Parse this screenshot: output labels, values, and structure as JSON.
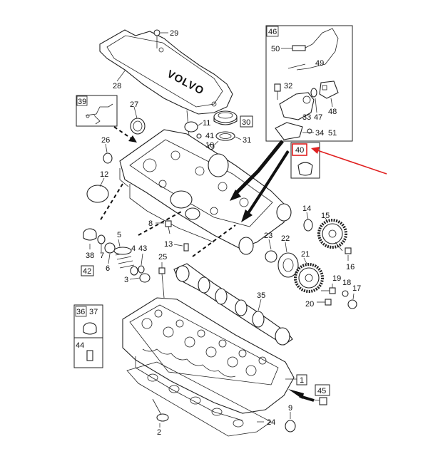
{
  "diagram": {
    "cover_logo": "VOLVO",
    "labels": {
      "p1": "1",
      "p2": "2",
      "p3": "3",
      "p4": "4",
      "p5": "5",
      "p6": "6",
      "p7": "7",
      "p8": "8",
      "p9": "9",
      "p10": "10",
      "p11": "11",
      "p12": "12",
      "p13": "13",
      "p14": "14",
      "p15": "15",
      "p16": "16",
      "p17": "17",
      "p18": "18",
      "p19": "19",
      "p20": "20",
      "p21": "21",
      "p22": "22",
      "p23": "23",
      "p24": "24",
      "p25": "25",
      "p26": "26",
      "p27": "27",
      "p28": "28",
      "p29": "29",
      "p30": "30",
      "p31": "31",
      "p32": "32",
      "p33": "33",
      "p34": "34",
      "p35": "35",
      "p36": "36",
      "p37": "37",
      "p38": "38",
      "p39": "39",
      "p40": "40",
      "p41": "41",
      "p42": "42",
      "p43": "43",
      "p44": "44",
      "p45": "45",
      "p46": "46",
      "p47": "47",
      "p48": "48",
      "p49": "49",
      "p50": "50",
      "p51": "51"
    },
    "colors": {
      "line": "#222222",
      "highlight": "#e02020",
      "background": "#ffffff"
    }
  }
}
